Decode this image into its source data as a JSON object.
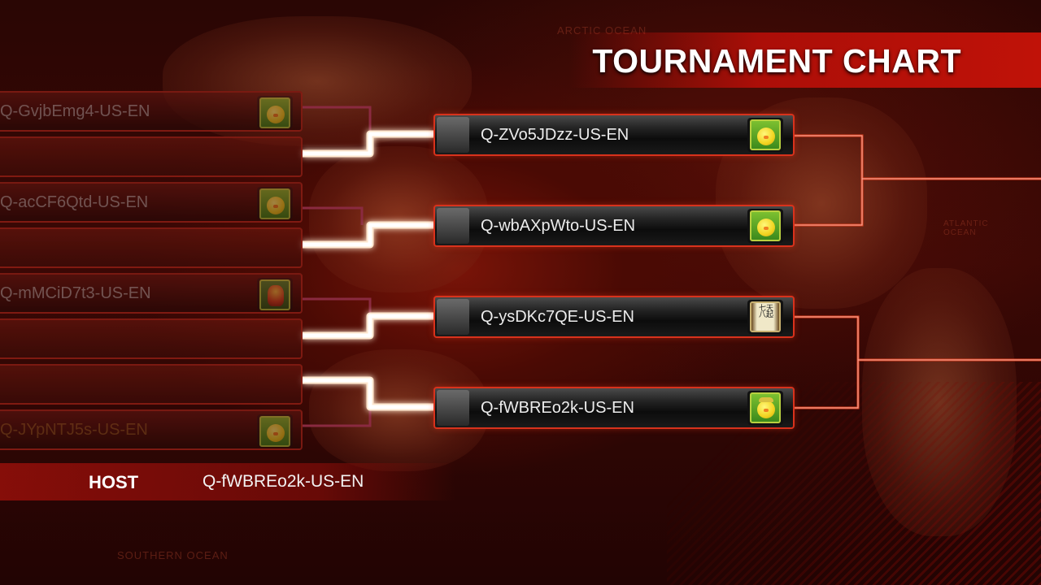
{
  "title": "TOURNAMENT CHART",
  "background_labels": {
    "arctic": "ARCTIC OCEAN",
    "atlantic": "ATLANTIC OCEAN",
    "southern": "SOUTHERN OCEAN"
  },
  "round1": [
    {
      "name": "Q-GvjbEmg4-US-EN",
      "icon": "chick-icon"
    },
    {
      "name": "",
      "icon": null
    },
    {
      "name": "Q-acCF6Qtd-US-EN",
      "icon": "chick-icon"
    },
    {
      "name": "",
      "icon": null
    },
    {
      "name": "Q-mMCiD7t3-US-EN",
      "icon": "muscle-figure-icon"
    },
    {
      "name": "",
      "icon": null
    },
    {
      "name": "",
      "icon": null
    },
    {
      "name": "Q-JYpNTJ5s-US-EN",
      "icon": "chick-icon"
    }
  ],
  "round2": [
    {
      "name": "Q-ZVo5JDzz-US-EN",
      "icon": "chick-icon"
    },
    {
      "name": "Q-wbAXpWto-US-EN",
      "icon": "chick-icon"
    },
    {
      "name": "Q-ysDKc7QE-US-EN",
      "icon": "scroll-icon",
      "scroll_text": "七天八起"
    },
    {
      "name": "Q-fWBREo2k-US-EN",
      "icon": "chick-hat-icon"
    }
  ],
  "host": {
    "label": "HOST",
    "name": "Q-fWBREo2k-US-EN"
  },
  "colors": {
    "accent": "#d8321c",
    "winner_line": "#ffffff",
    "loser_line": "#8a2a40"
  }
}
